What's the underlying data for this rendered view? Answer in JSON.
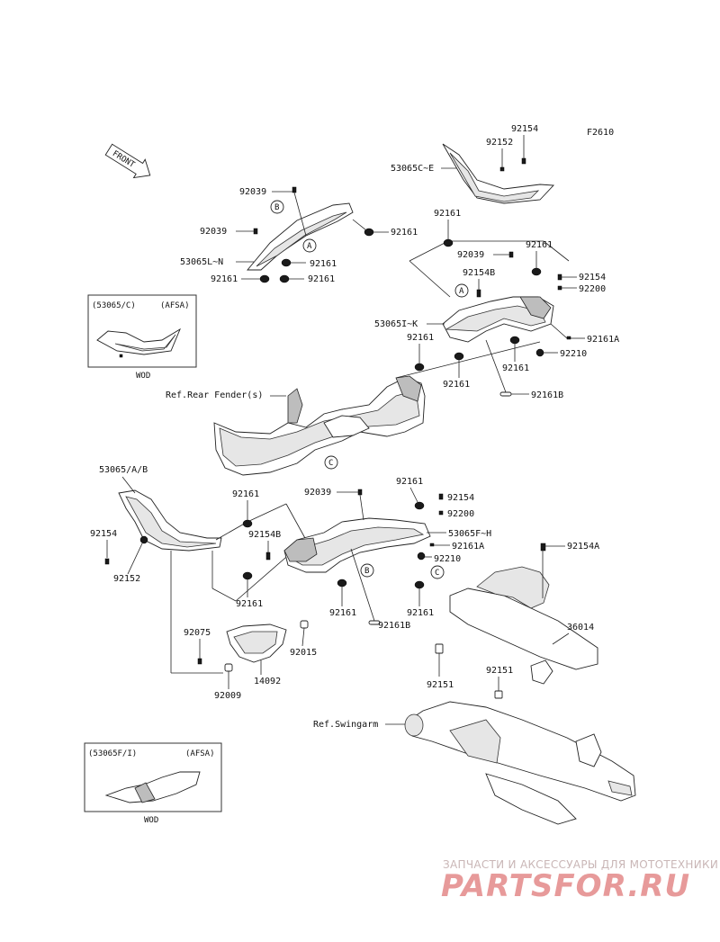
{
  "diagram": {
    "figure_code": "F2610",
    "front_label": "FRONT",
    "ref_labels": {
      "rear_fender": "Ref.Rear Fender(s)",
      "swingarm": "Ref.Swingarm"
    },
    "callouts": {
      "a": "A",
      "b": "B",
      "c": "C"
    },
    "inset_1": {
      "title": "(53065/C)",
      "tag": "(AFSA)",
      "caption": "WOD"
    },
    "inset_2": {
      "title": "(53065F/I)",
      "tag": "(AFSA)",
      "caption": "WOD"
    },
    "parts": {
      "p92154_top": "92154",
      "p92152_top": "92152",
      "p53065CE": "53065C~E",
      "p92039_a": "92039",
      "p92039_b": "92039",
      "p92161_a": "92161",
      "p53065LN": "53065L~N",
      "p92161_b": "92161",
      "p92161_c": "92161",
      "p92161_d": "92161",
      "p92161_e": "92161",
      "p92039_c": "92039",
      "p92161_f": "92161",
      "p92154B_a": "92154B",
      "p92154_r": "92154",
      "p92200_r": "92200",
      "p53065IK": "53065I~K",
      "p92161A_a": "92161A",
      "p92161_g": "92161",
      "p92210_a": "92210",
      "p92161_h": "92161",
      "p92161_i": "92161",
      "p92161B_a": "92161B",
      "p53065AB": "53065/A/B",
      "p92154_l": "92154",
      "p92152_l": "92152",
      "p92161_j": "92161",
      "p92154B_b": "92154B",
      "p92039_d": "92039",
      "p92161_k": "92161",
      "p92154_m": "92154",
      "p92200_m": "92200",
      "p53065FH": "53065F~H",
      "p92161A_b": "92161A",
      "p92210_b": "92210",
      "p92161_l": "92161",
      "p92161_m": "92161",
      "p92161_n": "92161",
      "p92161B_b": "92161B",
      "p92154A": "92154A",
      "p92075": "92075",
      "p92015": "92015",
      "p14092": "14092",
      "p92009": "92009",
      "p36014": "36014",
      "p92151_a": "92151",
      "p92151_b": "92151"
    }
  },
  "watermark": {
    "tagline": "ЗАПЧАСТИ И АКСЕССУАРЫ ДЛЯ МОТОТЕХНИКИ",
    "logo": "PARTSFOR.RU"
  },
  "colors": {
    "ink": "#111111",
    "watermark_red": "#e79a9a",
    "watermark_gray": "#c9b6b6"
  }
}
